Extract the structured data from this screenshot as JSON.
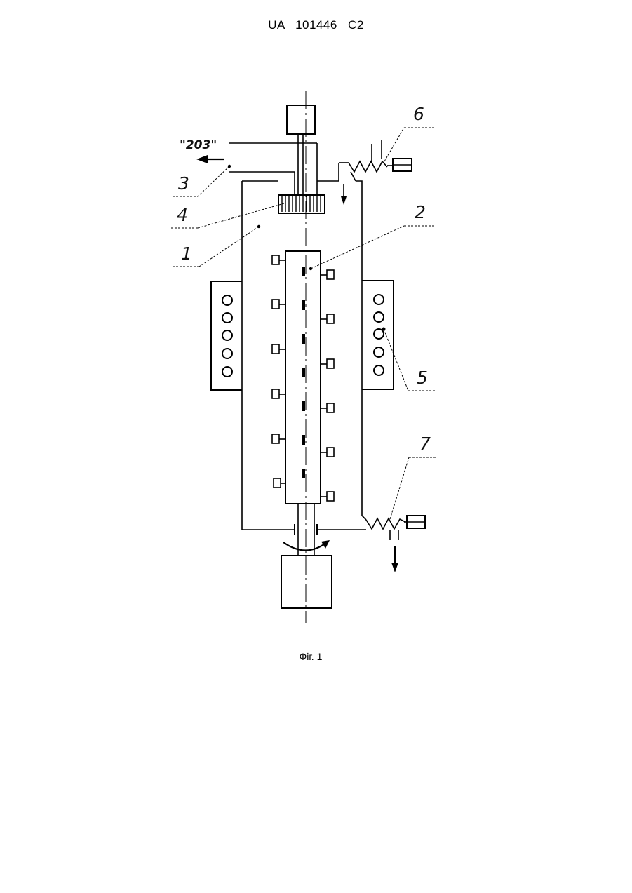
{
  "document": {
    "header": "UA 101446 C2",
    "figure_caption": "Фіг. 1"
  },
  "diagram": {
    "outlet_label": "\"203\"",
    "callouts": [
      {
        "id": "1",
        "text": "1"
      },
      {
        "id": "2",
        "text": "2"
      },
      {
        "id": "3",
        "text": "3"
      },
      {
        "id": "4",
        "text": "4"
      },
      {
        "id": "5",
        "text": "5"
      },
      {
        "id": "6",
        "text": "6"
      },
      {
        "id": "7",
        "text": "7"
      }
    ]
  }
}
